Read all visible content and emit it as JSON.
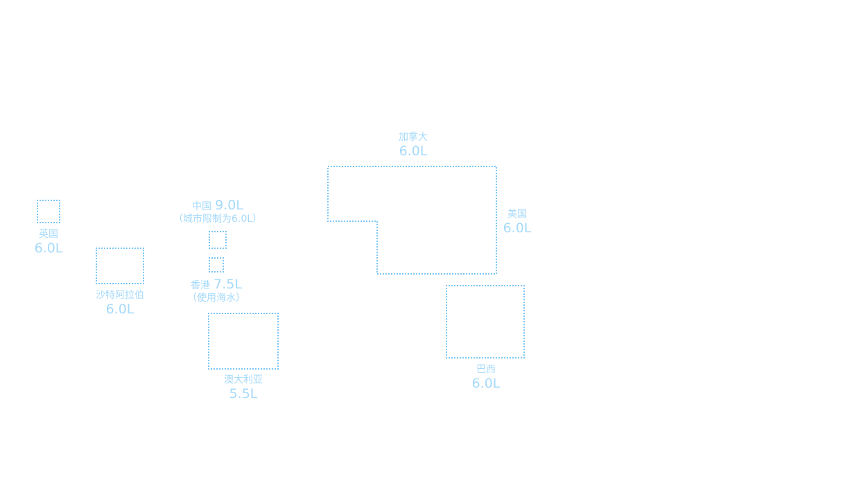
{
  "colors": {
    "outline": "#7cc6f6",
    "text": "#a6dafa"
  },
  "regions": {
    "uk": {
      "name": "英国",
      "volume": "6.0L"
    },
    "saudi": {
      "name": "沙特阿拉伯",
      "volume": "6.0L"
    },
    "china": {
      "name": "中国",
      "volume": "9.0L",
      "note": "（城市限制为6.0L）"
    },
    "hongkong": {
      "name": "香港",
      "volume": "7.5L",
      "note": "（使用海水）"
    },
    "australia": {
      "name": "澳大利亚",
      "volume": "5.5L"
    },
    "canada": {
      "name": "加拿大",
      "volume": "6.0L"
    },
    "usa": {
      "name": "美国",
      "volume": "6.0L"
    },
    "brazil": {
      "name": "巴西",
      "volume": "6.0L"
    }
  }
}
